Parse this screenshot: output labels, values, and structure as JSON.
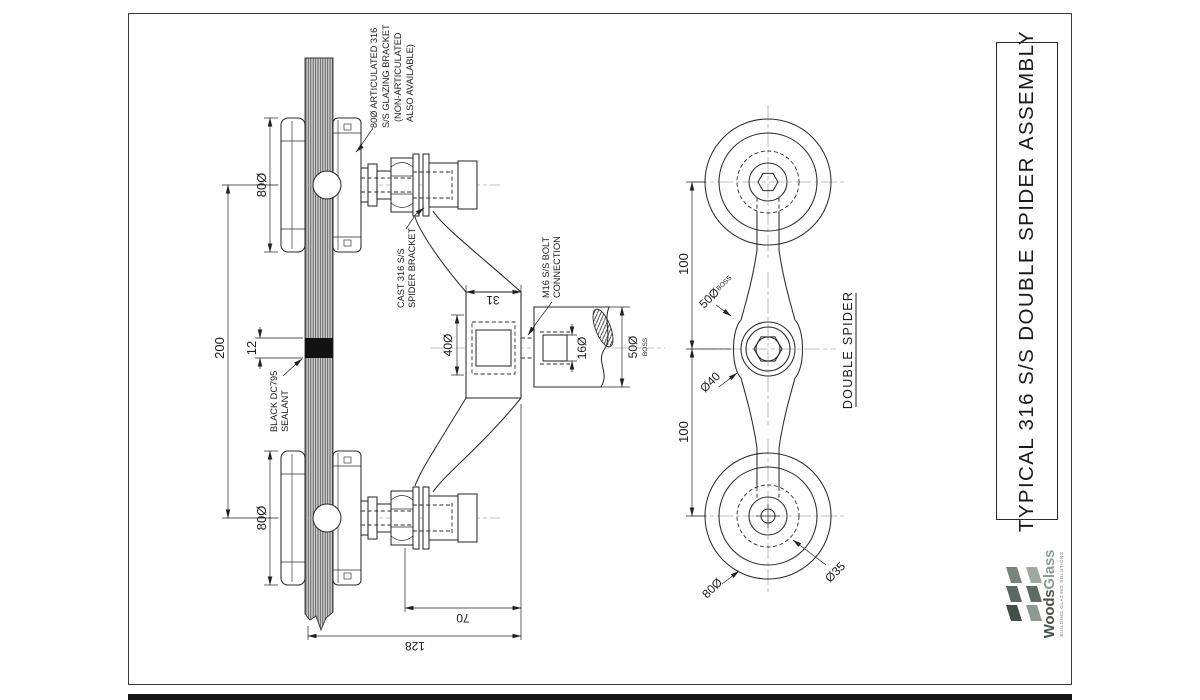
{
  "title_block": {
    "title": "TYPICAL 316 S/S DOUBLE SPIDER ASSEMBLY"
  },
  "logo": {
    "word1": "Woods",
    "word2": "Glass",
    "tagline": "BUILDING GLAZING SOLUTIONS",
    "pane_colors": [
      "#414d46",
      "#5c685f",
      "#77847b",
      "#8e9990",
      "#5f6c63",
      "#9da89f"
    ],
    "brand_dark": "#46524a",
    "brand_light": "#8d9c90"
  },
  "section_view": {
    "dimensions": {
      "glazing_bracket_top": "80Ø",
      "glazing_bracket_bottom": "80Ø",
      "bolt_centres": "200",
      "sealant_thickness": "12",
      "spider_boss_width": "31",
      "spider_boss_hole": "40Ø",
      "bolt_diameter": "16Ø",
      "boss_diameter": "50Ø",
      "boss_suffix": "BOSS",
      "boss_offset": "70",
      "overall_offset": "128"
    },
    "annotations": {
      "glazing_bracket": [
        "80Ø ARTICULATED 316",
        "S/S GLAZING BRACKET",
        "(NON-ARTICULATED",
        "ALSO AVAILABLE)"
      ],
      "spider_bracket": [
        "CAST 316 S/S",
        "SPIDER BRACKET"
      ],
      "bolt": [
        "M16 S/S BOLT",
        "CONNECTION"
      ],
      "sealant": [
        "BLACK DC795",
        "SEALANT"
      ]
    }
  },
  "front_view": {
    "caption": "DOUBLE SPIDER",
    "dimensions": {
      "pitch_upper": "100",
      "pitch_lower": "100",
      "boss": "50Ø",
      "boss_suffix": "BOSS",
      "arm_hub": "Ø40",
      "disc": "80Ø",
      "inner_ring": "Ø35"
    }
  }
}
